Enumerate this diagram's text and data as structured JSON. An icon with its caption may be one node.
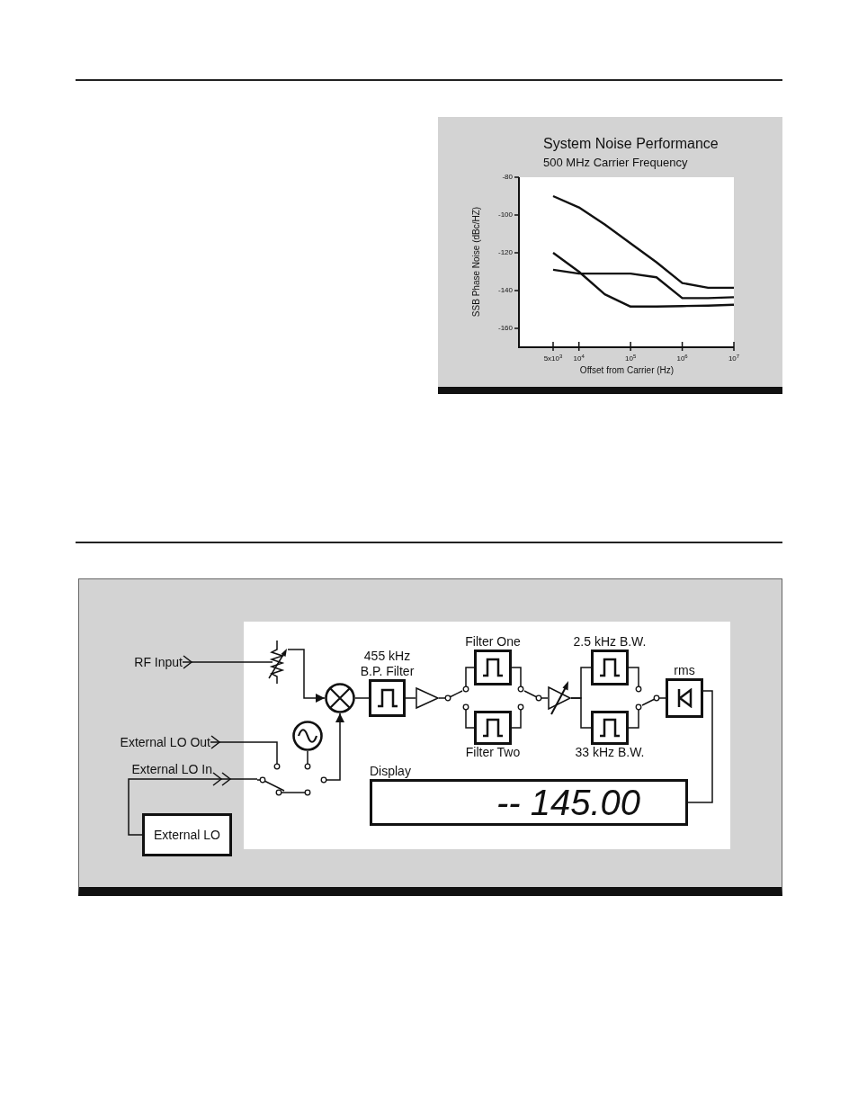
{
  "diagram": {
    "nodes": [
      {
        "text": [
          "RF Input"
        ]
      },
      {
        "text": [],
        "shape": "resistor"
      },
      {
        "text": [],
        "shape": "circle"
      },
      {
        "text": [
          "455 kHz B.P. Filter"
        ]
      },
      {
        "text": [],
        "shape": "triangle"
      },
      {
        "text": [],
        "shape": "switch"
      },
      {
        "text": [
          "Filter One"
        ]
      },
      {
        "text": [
          "Filter Two"
        ]
      },
      {
        "text": [],
        "shape": "switch"
      },
      {
        "text": [],
        "shape": "triangle"
      },
      {
        "text": [
          "2.5 kHz B.W."
        ]
      },
      {
        "text": [
          "33 kHz B.W."
        ]
      },
      {
        "text": [],
        "shape": "switch"
      },
      {
        "text": [
          "rms"
        ]
      },
      {
        "text": [
          "Display",
          "-- 145.00"
        ]
      },
      {
        "text": [
          "External LO Out"
        ]
      },
      {
        "text": [],
        "shape": "circle"
      },
      {
        "text": [
          "External LO In"
        ]
      },
      {
        "text": [],
        "shape": "switch"
      },
      {
        "text": [
          "External LO"
        ]
      }
    ],
    "edges": [
      {
        "from": 0,
        "to": 1,
        "arrow": "other"
      },
      {
        "from": 1,
        "to": 2,
        "arrow": "to"
      },
      {
        "from": 2,
        "to": 3,
        "arrow": "none"
      },
      {
        "from": 3,
        "to": 4,
        "arrow": "none"
      },
      {
        "from": 4,
        "to": 5,
        "arrow": "none"
      },
      {
        "from": 5,
        "to": 6,
        "arrow": "none"
      },
      {
        "from": 5,
        "to": 7,
        "arrow": "none"
      },
      {
        "from": 6,
        "to": 8,
        "arrow": "none"
      },
      {
        "from": 7,
        "to": 8,
        "arrow": "none"
      },
      {
        "from": 8,
        "to": 9,
        "arrow": "none"
      },
      {
        "from": 9,
        "to": 10,
        "arrow": "none"
      },
      {
        "from": 9,
        "to": 11,
        "arrow": "none"
      },
      {
        "from": 10,
        "to": 12,
        "arrow": "none"
      },
      {
        "from": 11,
        "to": 12,
        "arrow": "none"
      },
      {
        "from": 12,
        "to": 13,
        "arrow": "none"
      },
      {
        "from": 13,
        "to": 14,
        "arrow": "none"
      },
      {
        "from": 15,
        "to": 18,
        "arrow": "other"
      },
      {
        "from": 16,
        "to": 18,
        "arrow": "none"
      },
      {
        "from": 17,
        "to": 18,
        "arrow": "other"
      },
      {
        "from": 18,
        "to": 2,
        "arrow": "to"
      },
      {
        "from": 19,
        "to": 17,
        "arrow": "none"
      }
    ],
    "labels": [
      "500 MHz Carrier Frequency"
    ],
    "chart_data": {
      "type": "line",
      "title": "System Noise Performance",
      "xlabel": "Offset from Carrier (Hz)",
      "ylabel": "SSB Phase Noise (dBc/HZ)",
      "categories": [
        "5x10$^{3}$",
        "10$^{4}$",
        null,
        "10$^{5}$",
        null,
        "10$^{6}$",
        null,
        "10$^{7}$"
      ],
      "series": [
        {
          "color": "#111111",
          "values": [
            -90,
            -96,
            -105,
            -115,
            -125,
            -136,
            -138.5,
            -138.5
          ]
        },
        {
          "color": "#111111",
          "values": [
            -129,
            -131,
            -131,
            -131,
            -133,
            -144,
            -144,
            -143.5
          ]
        },
        {
          "color": "#111111",
          "values": [
            -120,
            -130,
            -142,
            -148.5,
            -148.5,
            -148.2,
            -148,
            -147.5
          ]
        }
      ],
      "ylim": [
        -170,
        -80
      ],
      "yticks": [
        -80,
        -100,
        -120,
        -140,
        -160
      ]
    }
  }
}
